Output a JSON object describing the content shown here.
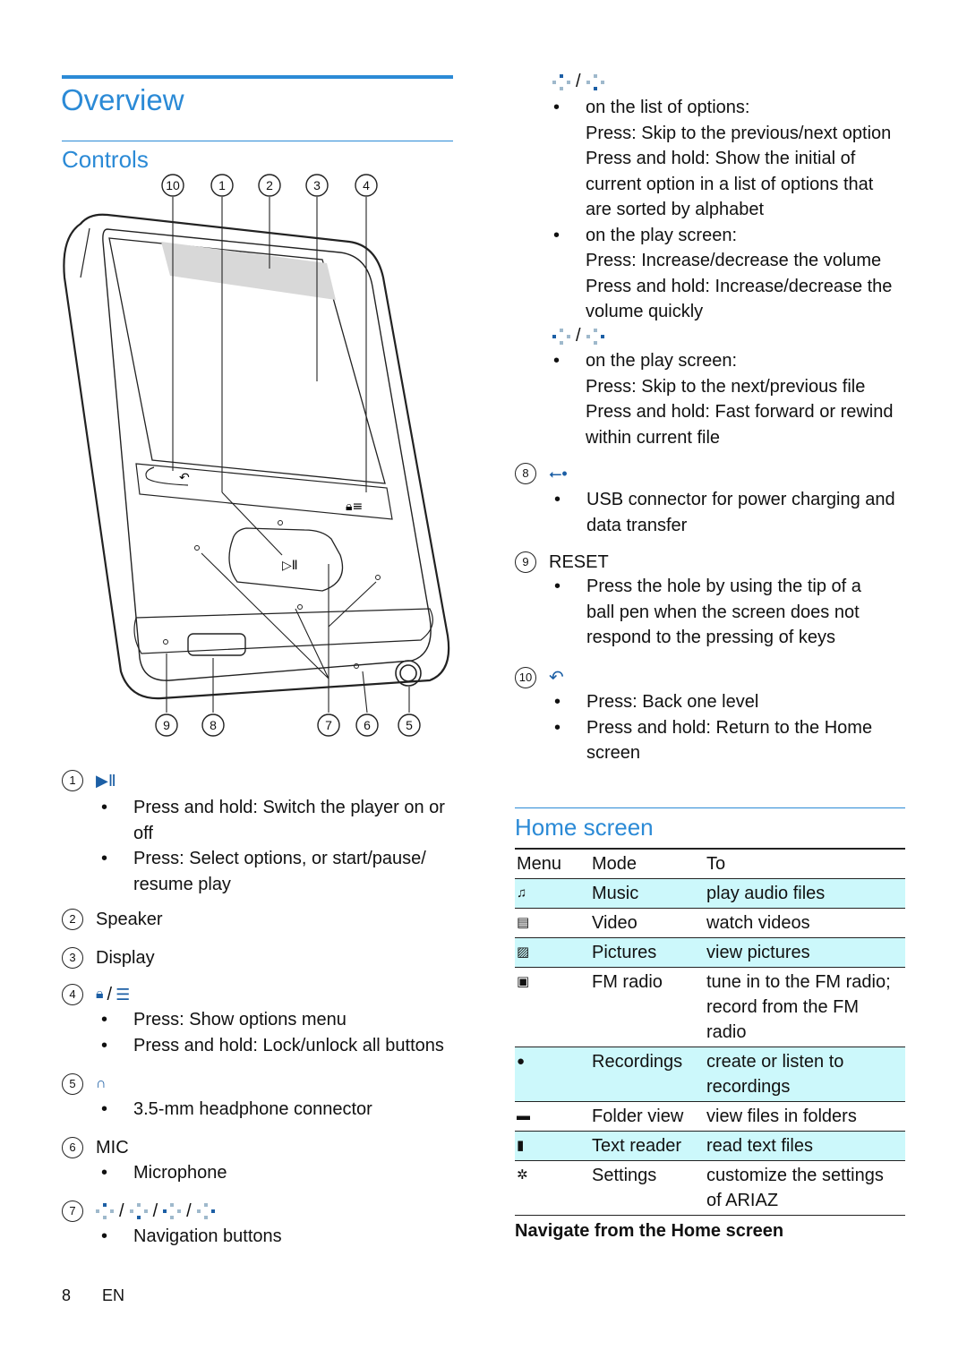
{
  "page_title": "Overview",
  "section_controls": "Controls",
  "diagram": {
    "top_callouts": [
      "10",
      "1",
      "2",
      "3",
      "4"
    ],
    "bottom_callouts": [
      "9",
      "8",
      "7",
      "6",
      "5"
    ]
  },
  "controls": [
    {
      "num": "1",
      "icon": "play-pause-icon",
      "label": "",
      "bullets": [
        "Press and hold: Switch the player on or off",
        "Press: Select options, or start/pause/ resume play"
      ]
    },
    {
      "num": "2",
      "label": "Speaker",
      "bullets": []
    },
    {
      "num": "3",
      "label": "Display",
      "bullets": []
    },
    {
      "num": "4",
      "icon": "lock-menu-icon",
      "label": "/",
      "bullets": [
        "Press: Show options menu",
        "Press and hold: Lock/unlock all buttons"
      ]
    },
    {
      "num": "5",
      "icon": "headphone-icon",
      "label": "",
      "bullets": [
        "3.5-mm headphone connector"
      ]
    },
    {
      "num": "6",
      "label": "MIC",
      "bullets": [
        "Microphone"
      ]
    },
    {
      "num": "7",
      "icon": "nav-buttons-icon",
      "label": "/ / /",
      "bullets": [
        "Navigation buttons"
      ]
    }
  ],
  "right_col": {
    "nav_updown_sep": "/",
    "list_options_head": "on the list of options:",
    "list_options_lines": [
      "Press: Skip to the previous/next option",
      "Press and hold: Show the initial of",
      "current option in a list of options that",
      "are sorted by alphabet"
    ],
    "play_screen_head1": "on the play screen:",
    "play_screen_lines1": [
      "Press: Increase/decrease the volume",
      "Press and hold: Increase/decrease the",
      "volume quickly"
    ],
    "nav_leftright_sep": "/",
    "play_screen_head2": "on the play screen:",
    "play_screen_lines2": [
      "Press: Skip to the next/previous file",
      "Press and hold: Fast forward or rewind",
      "within current file"
    ],
    "item8_num": "8",
    "item8_bullet_lines": [
      "USB connector for power charging and",
      "data transfer"
    ],
    "item9_num": "9",
    "item9_label": "RESET",
    "item9_bullet_lines": [
      "Press the hole by using the tip of a",
      "ball pen when the screen does not",
      "respond to the pressing of keys"
    ],
    "item10_num": "10",
    "item10_b1": "Press: Back one level",
    "item10_b2_lines": [
      "Press and hold: Return to the Home",
      "screen"
    ]
  },
  "home_screen": {
    "heading": "Home screen",
    "columns": [
      "Menu",
      "Mode",
      "To"
    ],
    "rows": [
      {
        "icon": "music-note-icon",
        "glyph": "♫",
        "mode": "Music",
        "to": [
          "play audio files"
        ],
        "shade": true
      },
      {
        "icon": "video-icon",
        "glyph": "▤",
        "mode": "Video",
        "to": [
          "watch videos"
        ],
        "shade": false
      },
      {
        "icon": "pictures-icon",
        "glyph": "▨",
        "mode": "Pictures",
        "to": [
          "view pictures"
        ],
        "shade": true
      },
      {
        "icon": "radio-icon",
        "glyph": "▣",
        "mode": "FM radio",
        "to": [
          "tune in to the FM radio;",
          "record from the FM",
          "radio"
        ],
        "shade": false
      },
      {
        "icon": "microphone-icon",
        "glyph": "●",
        "mode": "Recordings",
        "to": [
          "create or listen to",
          "recordings"
        ],
        "shade": true
      },
      {
        "icon": "folder-icon",
        "glyph": "▬",
        "mode": "Folder view",
        "to": [
          "view files in folders"
        ],
        "shade": false
      },
      {
        "icon": "book-icon",
        "glyph": "▮",
        "mode": "Text reader",
        "to": [
          "read text files"
        ],
        "shade": true
      },
      {
        "icon": "settings-icon",
        "glyph": "✲",
        "mode": "Settings",
        "to": [
          "customize the settings",
          "of ARIAZ"
        ],
        "shade": false
      }
    ],
    "navigate_heading": "Navigate from the Home screen"
  },
  "footer": {
    "page_num": "8",
    "lang": "EN"
  },
  "colors": {
    "accent": "#2b8ad6",
    "table_shade": "#ccf8fb"
  }
}
